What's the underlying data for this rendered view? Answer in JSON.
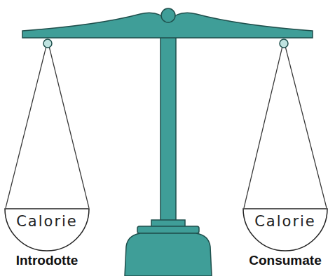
{
  "diagram": {
    "nodes": [
      {
        "text": [
          "Calorie",
          "Introdotte"
        ]
      },
      {
        "text": [
          "Calorie",
          "Consumate"
        ]
      }
    ]
  }
}
